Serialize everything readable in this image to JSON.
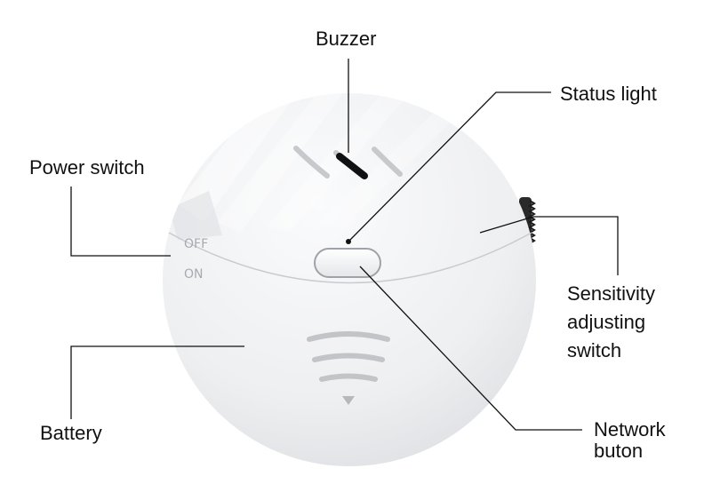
{
  "labels": {
    "buzzer": "Buzzer",
    "status_light": "Status light",
    "power_switch": "Power switch",
    "sensitivity": "Sensitivity\nadjusting\nswitch",
    "battery": "Battery",
    "network": "Network\nbuton"
  },
  "device": {
    "switch_off": "OFF",
    "switch_on": "ON"
  },
  "colors": {
    "body": "#eeeff1",
    "leader_line": "#111111",
    "text": "#111111"
  }
}
